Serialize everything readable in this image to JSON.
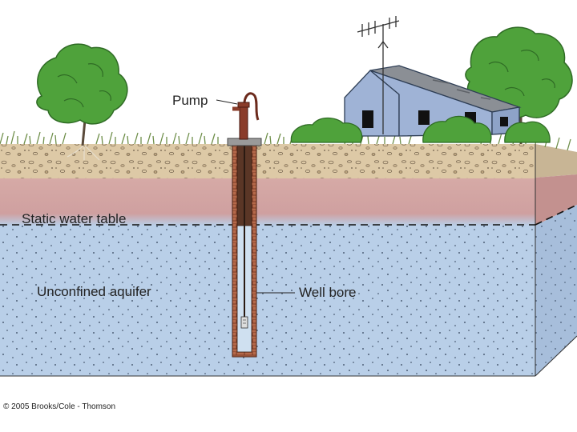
{
  "labels": {
    "pump": "Pump",
    "water_table": "Static water table",
    "aquifer": "Unconfined aquifer",
    "well_bore": "Well bore"
  },
  "credit": "© 2005 Brooks/Cole - Thomson",
  "colors": {
    "aquifer": "#b9cfe8",
    "aquifer_side": "#a7bedb",
    "soil_pink": "#d2a3a0",
    "gravel": "#dcc9a8",
    "grass": "#6f8f4a",
    "tree_green": "#4fa23b",
    "house_blue": "#9fb3d6",
    "roof": "#8b8f95",
    "brick": "#b5694a",
    "pump": "#8a3c2a"
  }
}
